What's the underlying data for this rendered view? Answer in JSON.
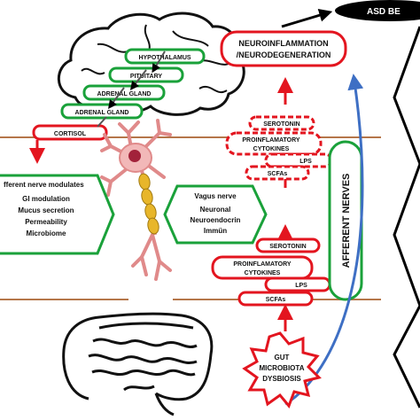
{
  "header": {
    "asd_label": "ASD BE"
  },
  "brain": {
    "hypothalamus": "HYPOTHALAMUS",
    "pituitary": "PITUITARY",
    "adrenal_gland_1": "ADRENAL GLAND",
    "adrenal_gland_2": "ADRENAL GLAND",
    "cortisol": "CORTISOL"
  },
  "top_box": {
    "line1": "NEUROINFLAMMATION",
    "line2": "/NEURODEGENERATION"
  },
  "upper_stack": {
    "serotonin": "SEROTONIN",
    "cytokines_line1": "PROINFLAMATORY",
    "cytokines_line2": "CYTOKINES",
    "lps": "LPS",
    "scfas": "SCFAs"
  },
  "lower_stack": {
    "serotonin": "SEROTONIN",
    "cytokines_line1": "PROINFLAMATORY",
    "cytokines_line2": "CYTOKINES",
    "lps": "LPS",
    "scfas": "SCFAs"
  },
  "afferent_nerves": "AFFERENT NERVES",
  "afferent_box": {
    "title": "fferent nerve modulates",
    "items": [
      "GI modulation",
      "Mucus secretion",
      "Permeability",
      "Microbiome"
    ]
  },
  "vagus_box": {
    "title": "Vagus nerve",
    "items": [
      "Neuronal",
      "Neuroendocrin",
      "Immün"
    ]
  },
  "dysbiosis": {
    "line1": "GUT",
    "line2": "MICROBIOTA",
    "line3": "DYSBIOSIS"
  },
  "colors": {
    "membrane": "#b5764a",
    "red": "#e3151f",
    "green": "#1aa13a",
    "blue": "#3e6fc4",
    "black": "#000000"
  }
}
